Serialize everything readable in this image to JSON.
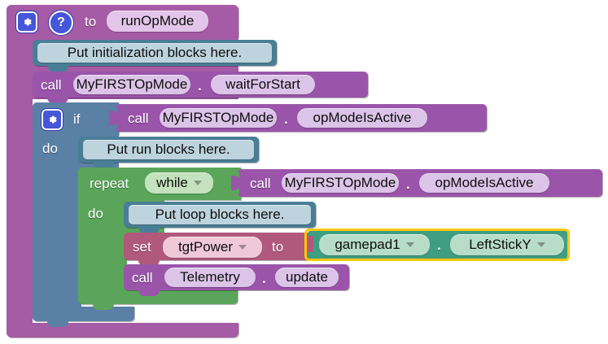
{
  "app": {
    "name": "blockly-workspace",
    "background": "#ffffff"
  },
  "colors": {
    "procedure": "#a55ba5",
    "call": "#9a55aa",
    "control_if": "#5b80a5",
    "comment": "#4a7e96",
    "loop": "#5ba55b",
    "variables_set": "#b0597c",
    "gamepad": "#3f9e82",
    "icon_blue": "#4656d8",
    "selection_outline": "#ffc800"
  },
  "program": {
    "procedure": {
      "gear_icon": "gear-icon",
      "help_icon": "help-icon",
      "to_label": "to",
      "name": "runOpMode"
    },
    "init_comment": "Put initialization blocks here.",
    "wait_for_start": {
      "call_label": "call",
      "object": "MyFIRSTOpMode",
      "separator": ".",
      "method": "waitForStart"
    },
    "if_block": {
      "gear_icon": "gear-icon",
      "if_label": "if",
      "do_label": "do",
      "condition": {
        "call_label": "call",
        "object": "MyFIRSTOpMode",
        "separator": ".",
        "method": "opModeIsActive"
      }
    },
    "run_comment": "Put run blocks here.",
    "repeat_block": {
      "repeat_label": "repeat",
      "mode": "while",
      "do_label": "do",
      "condition": {
        "call_label": "call",
        "object": "MyFIRSTOpMode",
        "separator": ".",
        "method": "opModeIsActive"
      }
    },
    "loop_comment": "Put loop blocks here.",
    "set_block": {
      "set_label": "set",
      "variable": "tgtPower",
      "to_label": "to",
      "selected": true,
      "value": {
        "object": "gamepad1",
        "separator": ".",
        "property": "LeftStickY"
      }
    },
    "telemetry_update": {
      "call_label": "call",
      "object": "Telemetry",
      "separator": ".",
      "method": "update"
    }
  }
}
